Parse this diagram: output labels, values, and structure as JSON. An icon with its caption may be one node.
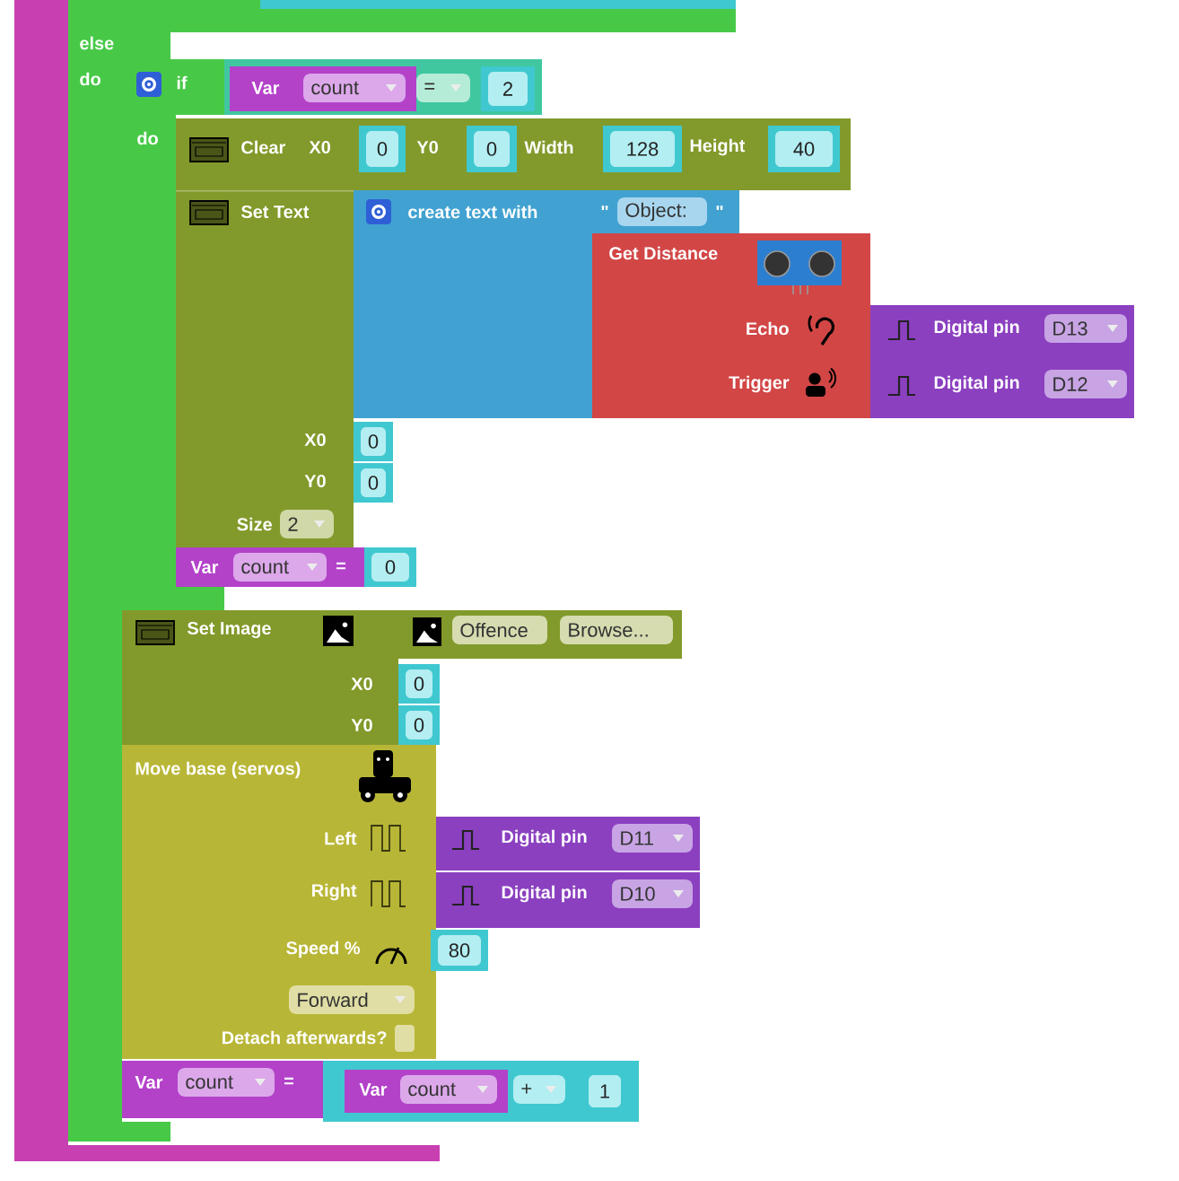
{
  "diagram": {
    "nodes": [
      {
        "text": [],
        "shape": "box"
      },
      {
        "text": [
          "else",
          "do"
        ]
      },
      {
        "text": [
          "if",
          "do"
        ]
      },
      {
        "text": [
          "="
        ]
      },
      {
        "text": [
          "Var",
          "count"
        ],
        "in": 3
      },
      {
        "text": [
          "2"
        ],
        "in": 3
      },
      {
        "text": [
          "Clear",
          "X0",
          "Y0",
          "Width",
          "Height"
        ]
      },
      {
        "text": [
          "0"
        ],
        "in": 6
      },
      {
        "text": [
          "0"
        ],
        "in": 6
      },
      {
        "text": [
          "128"
        ],
        "in": 6
      },
      {
        "text": [
          "40"
        ],
        "in": 6
      },
      {
        "text": [
          "Set Text",
          "X0",
          "Y0",
          "Size",
          "2"
        ]
      },
      {
        "text": [
          "create text with"
        ]
      },
      {
        "text": [
          "\"",
          "Object:",
          "\""
        ]
      },
      {
        "text": [
          "Get Distance",
          "Echo",
          "Trigger"
        ]
      },
      {
        "text": [
          "Digital pin",
          "D13"
        ]
      },
      {
        "text": [
          "Digital pin",
          "D12"
        ]
      },
      {
        "text": [
          "0"
        ]
      },
      {
        "text": [
          "0"
        ]
      },
      {
        "text": [
          "Var",
          "count",
          "="
        ]
      },
      {
        "text": [
          "0"
        ]
      },
      {
        "text": [
          "Set Image",
          "X0",
          "Y0"
        ]
      },
      {
        "text": [
          "Offence",
          "Browse..."
        ]
      },
      {
        "text": [
          "0"
        ]
      },
      {
        "text": [
          "0"
        ]
      },
      {
        "text": [
          "Move base (servos)",
          "Left",
          "Right",
          "Speed %",
          "Forward",
          "Detach afterwards?"
        ]
      },
      {
        "text": [
          "Digital pin",
          "D11"
        ]
      },
      {
        "text": [
          "Digital pin",
          "D10"
        ]
      },
      {
        "text": [
          "80"
        ]
      },
      {
        "text": [
          "Var",
          "count",
          "="
        ]
      },
      {
        "text": [
          "+"
        ]
      },
      {
        "text": [
          "Var",
          "count"
        ],
        "in": 30
      },
      {
        "text": [
          "1"
        ],
        "in": 30
      }
    ]
  }
}
